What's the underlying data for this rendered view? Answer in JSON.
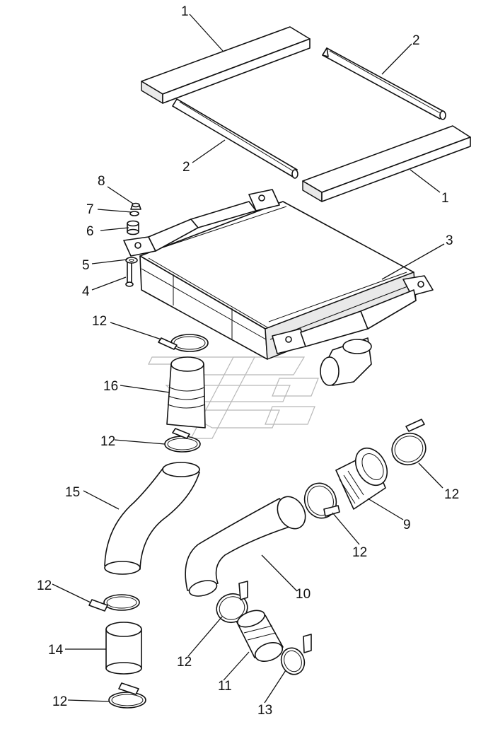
{
  "callouts": {
    "c1_top": "1",
    "c1_right": "1",
    "c2_top": "2",
    "c2_left": "2",
    "c3": "3",
    "c4": "4",
    "c5": "5",
    "c6": "6",
    "c7": "7",
    "c8": "8",
    "c9": "9",
    "c10": "10",
    "c11": "11",
    "c12_a": "12",
    "c12_b": "12",
    "c12_c": "12",
    "c12_d": "12",
    "c12_e": "12",
    "c12_f": "12",
    "c12_g": "12",
    "c13": "13",
    "c14": "14",
    "c15": "15",
    "c16": "16"
  }
}
